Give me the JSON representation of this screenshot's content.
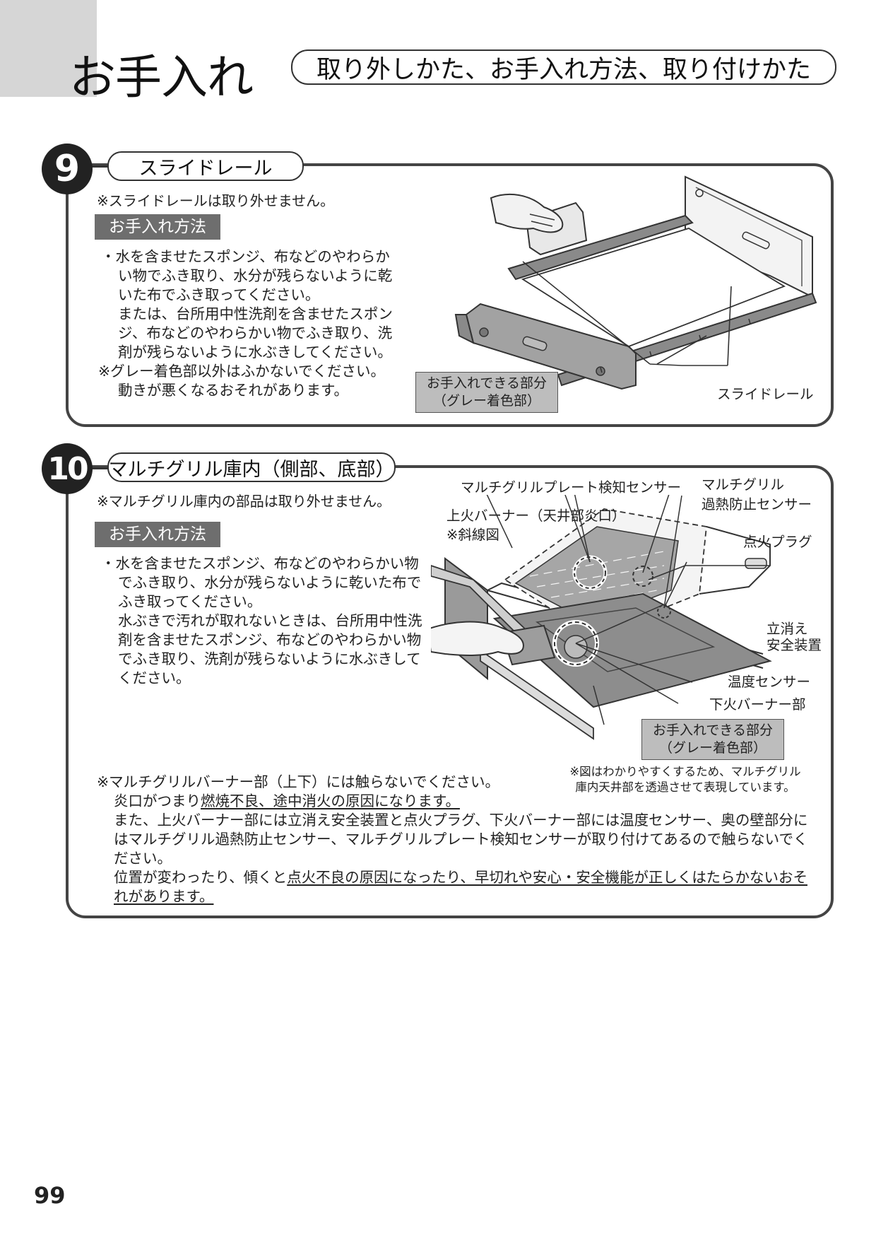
{
  "header": {
    "title": "お手入れ",
    "subtitle": "取り外しかた、お手入れ方法、取り付けかた"
  },
  "section9": {
    "number": "9",
    "title": "スライドレール",
    "note": "※スライドレールは取り外せません。",
    "method_label": "お手入れ方法",
    "body": [
      "・水を含ませたスポンジ、布などのやわらか",
      "い物でふき取り、水分が残らないように乾",
      "いた布でふき取ってください。",
      "または、台所用中性洗剤を含ませたスポン",
      "ジ、布などのやわらかい物でふき取り、洗",
      "剤が残らないように水ぶきしてください。"
    ],
    "caution": [
      "※グレー着色部以外はふかないでください。",
      "動きが悪くなるおそれがあります。"
    ],
    "callout": [
      "お手入れできる部分",
      "（グレー着色部）"
    ],
    "rail_label": "スライドレール"
  },
  "section10": {
    "number": "10",
    "title": "マルチグリル庫内（側部、底部）",
    "note": "※マルチグリル庫内の部品は取り外せません。",
    "method_label": "お手入れ方法",
    "body": [
      "・水を含ませたスポンジ、布などのやわらかい物",
      "でふき取り、水分が残らないように乾いた布で",
      "ふき取ってください。",
      "水ぶきで汚れが取れないときは、台所用中性洗",
      "剤を含ませたスポンジ、布などのやわらかい物",
      "でふき取り、洗剤が残らないように水ぶきして",
      "ください。"
    ],
    "labels": {
      "plate_sensor": "マルチグリルプレート検知センサー",
      "overheat_1": "マルチグリル",
      "overheat_2": "過熱防止センサー",
      "upper_burner": "上火バーナー（天井部炎口）",
      "hatched": "※斜線図",
      "ignition": "点火プラグ",
      "flame_safety_1": "立消え",
      "flame_safety_2": "安全装置",
      "temp_sensor": "温度センサー",
      "lower_burner": "下火バーナー部"
    },
    "callout": [
      "お手入れできる部分",
      "（グレー着色部）"
    ],
    "fig_note": [
      "※図はわかりやすくするため、マルチグリル",
      "庫内天井部を透過させて表現しています。"
    ],
    "warning": {
      "line1": "※マルチグリルバーナー部（上下）には触らないでください。",
      "line2_a": "炎口がつまり",
      "line2_u": "燃焼不良、途中消火の原因になります。",
      "line3": "また、上火バーナー部には立消え安全装置と点火プラグ、下火バーナー部には温度センサー、奥の壁部分に",
      "line4": "はマルチグリル過熱防止センサー、マルチグリルプレート検知センサーが取り付けてあるので触らないでく",
      "line5": "ださい。",
      "line6_a": "位置が変わったり、傾くと",
      "line6_u": "点火不良の原因になったり、早切れや安心・安全機能が正しくはたらかないおそ",
      "line7_u": "れがあります。"
    }
  },
  "footer": {
    "page_number": "99"
  }
}
